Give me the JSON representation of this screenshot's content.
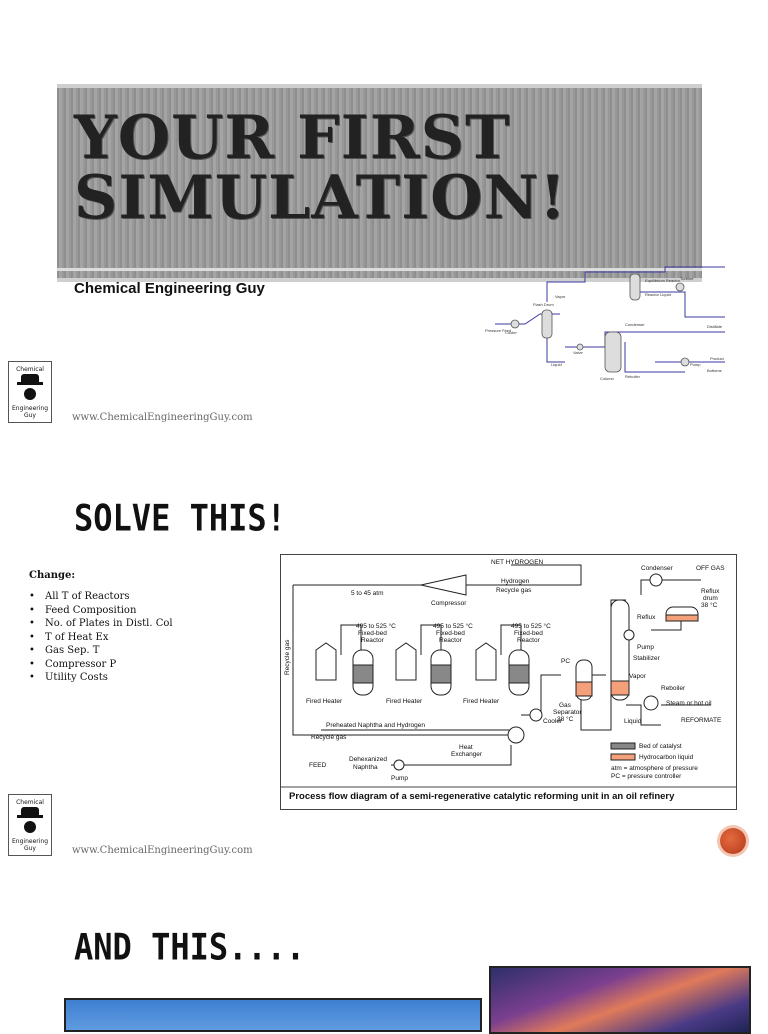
{
  "slide1": {
    "title_line1": "YOUR FIRST",
    "title_line2": "SIMULATION!",
    "subtitle": "Chemical Engineering Guy",
    "website": "www.ChemicalEngineeringGuy.com",
    "logo_top": "Chemical",
    "logo_bottom": "Engineering Guy",
    "mini_flow_labels": [
      "Cooler",
      "Vapor",
      "Flash Drum",
      "Liquid",
      "Pressure Feed",
      "Valve",
      "Column",
      "Pump",
      "Product",
      "Equilibrium Reactor",
      "Turbine",
      "Reactor Liquid",
      "Condenser",
      "Reboiler",
      "Distillate",
      "Bottoms"
    ]
  },
  "slide2": {
    "heading": "SOLVE THIS!",
    "change_label": "Change:",
    "change_items": [
      "All T of Reactors",
      "Feed Composition",
      "No. of Plates in Distl. Col",
      "T of Heat Ex",
      "Gas Sep. T",
      "Compressor P",
      "Utility Costs"
    ],
    "website": "www.ChemicalEngineeringGuy.com",
    "logo_top": "Chemical",
    "logo_bottom": "Engineering Guy",
    "pfd": {
      "caption": "Process flow diagram of a semi-regenerative catalytic reforming unit in an oil refinery",
      "net_hydrogen": "NET HYDROGEN",
      "hydrogen": "Hydrogen",
      "recycle_gas_top": "Recycle gas",
      "pressure": "5 to 45 atm",
      "compressor": "Compressor",
      "recycle_gas_side": "Recycle gas",
      "reactor_temp": "495 to 525 °C",
      "reactor_label_1": "Fixed-bed",
      "reactor_label_2": "Reactor",
      "fired_heater": "Fired Heater",
      "preheated": "Preheated Naphtha and Hydrogen",
      "recycle_gas_bottom": "Recycle gas",
      "feed": "FEED",
      "dehexanized_1": "Dehexanized",
      "dehexanized_2": "Naphtha",
      "pump": "Pump",
      "heat_exchanger_1": "Heat",
      "heat_exchanger_2": "Exchanger",
      "cooler": "Cooler",
      "pc": "PC",
      "gas_separator_1": "Gas",
      "gas_separator_2": "Separator",
      "gas_separator_3": "38 °C",
      "condenser": "Condenser",
      "off_gas": "OFF GAS",
      "reflux_drum_1": "Reflux",
      "reflux_drum_2": "drum",
      "reflux_drum_3": "38 °C",
      "reflux": "Reflux",
      "stabilizer": "Stabilizer",
      "vapor": "Vapor",
      "reboiler": "Reboiler",
      "steam": "Steam or hot oil",
      "liquid": "Liquid",
      "reformate": "REFORMATE",
      "legend_bed": "Bed of catalyst",
      "legend_liquid": "Hydrocarbon liquid",
      "legend_atm": "atm = atmosphere of pressure",
      "legend_pc": "PC = pressure controller"
    }
  },
  "slide3": {
    "heading": "AND THIS...."
  },
  "colors": {
    "title_band": "#9a9a9a",
    "catalyst_bed": "#888888",
    "hydrocarbon_liquid": "#f4a07a",
    "sun_button": "#c9472a",
    "mini_flow_lines": "#3a3aa0"
  }
}
